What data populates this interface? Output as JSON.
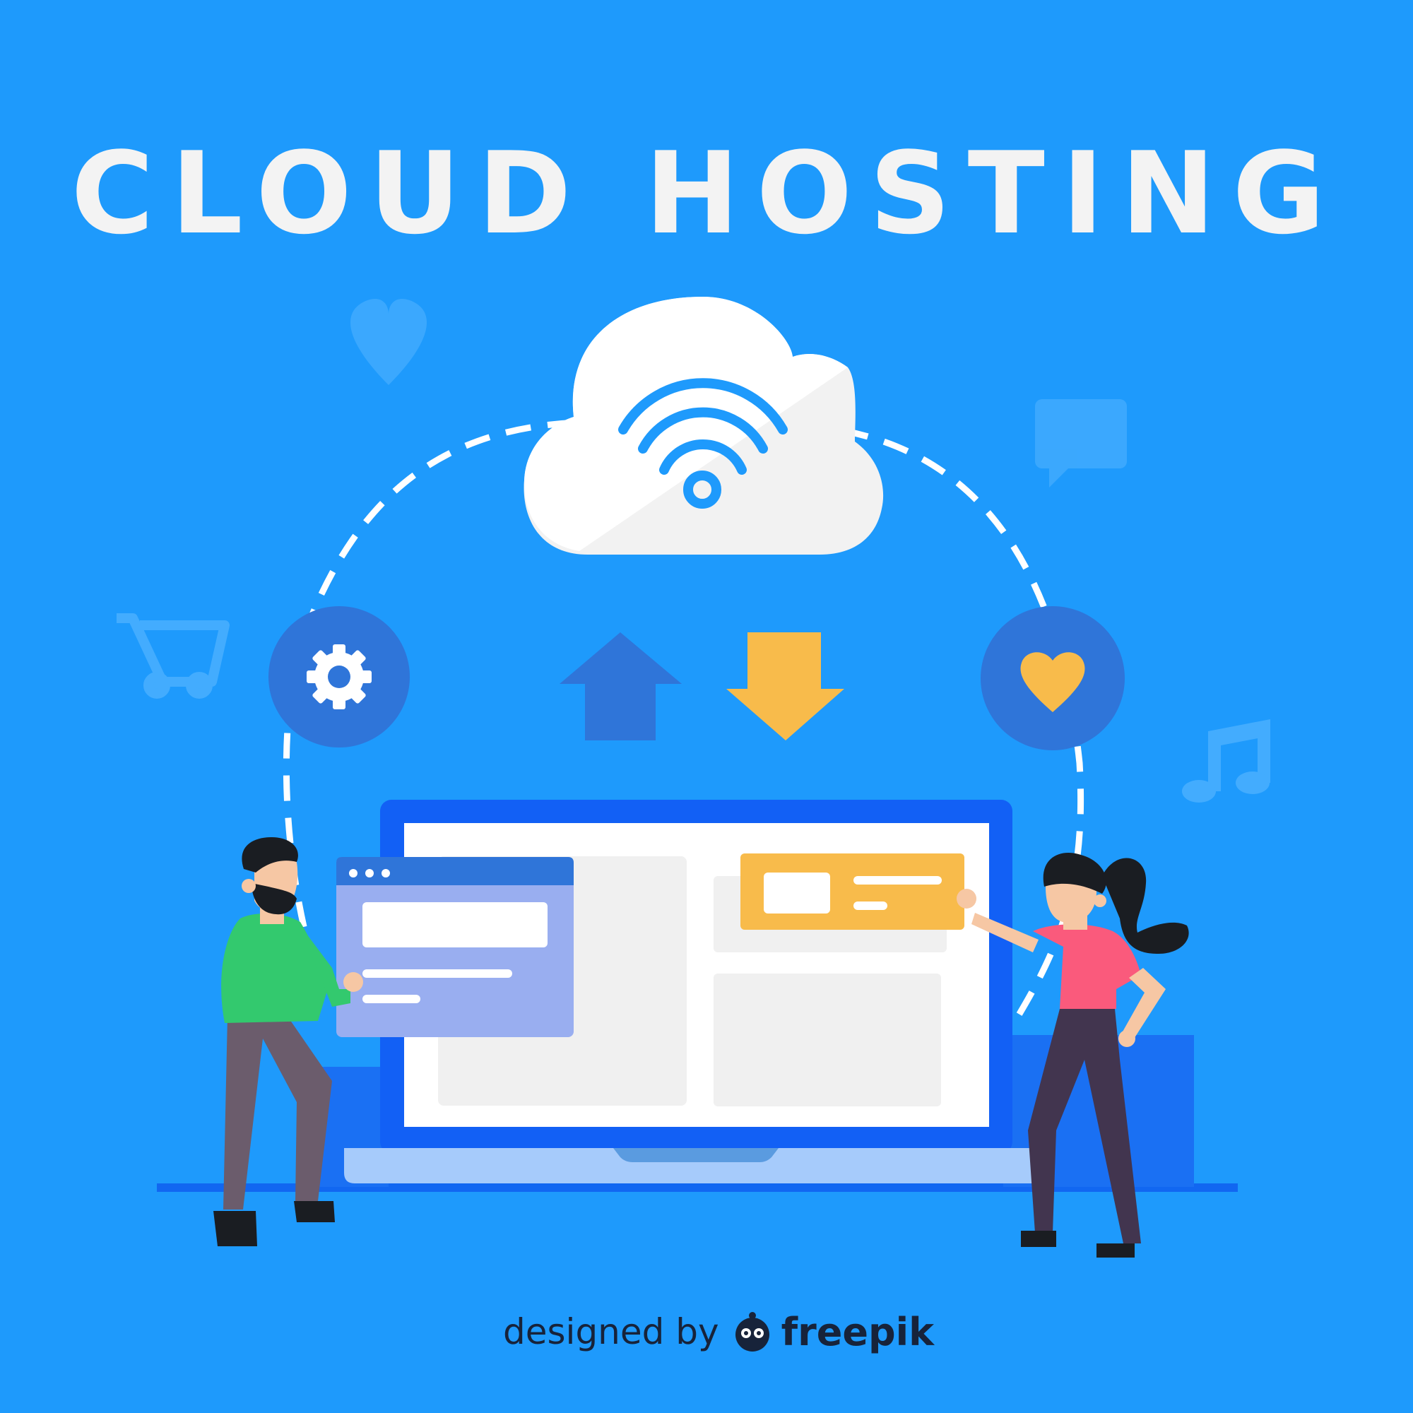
{
  "title": "CLOUD HOSTING",
  "credit": {
    "prefix": "designed by",
    "brand": "freepik"
  },
  "colors": {
    "background": "#1e9afc",
    "cloud": "#ffffff",
    "accent_blue": "#2f75d9",
    "accent_yellow": "#f8bb4b",
    "laptop_frame": "#1260f5",
    "shirt_green": "#33c96e",
    "shirt_pink": "#fa5a7c"
  },
  "icons": [
    "cloud-icon",
    "wifi-icon",
    "gear-icon",
    "heart-icon",
    "upload-arrow-icon",
    "download-arrow-icon",
    "shopping-cart-icon",
    "chat-bubble-icon",
    "music-note-icon"
  ]
}
